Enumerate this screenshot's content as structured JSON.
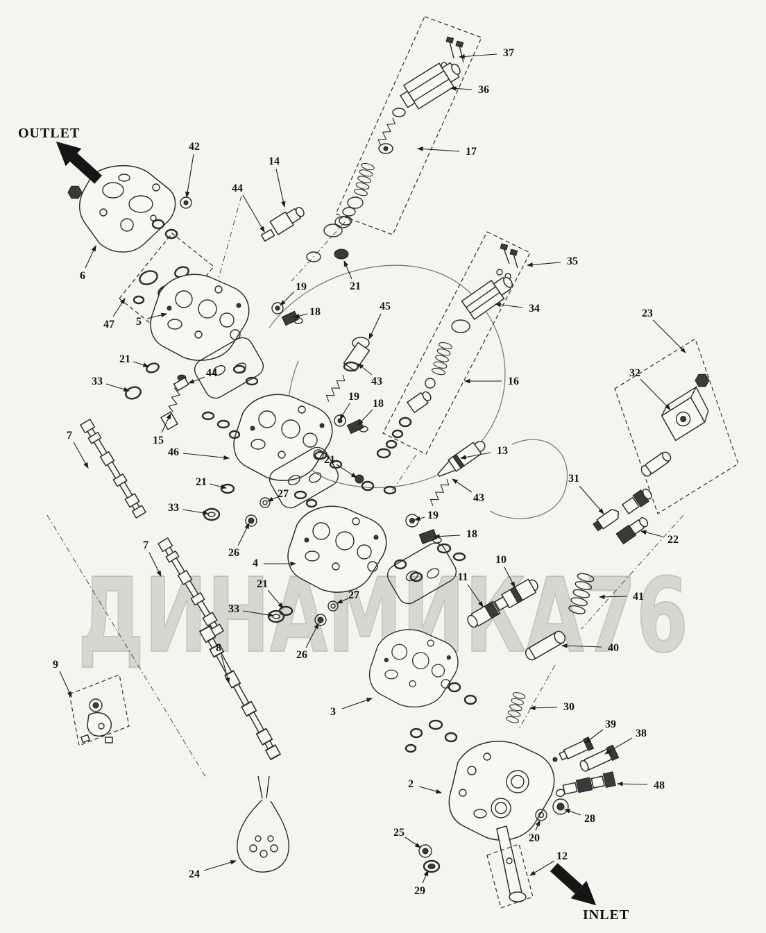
{
  "page": {
    "background": "#f4f5ef"
  },
  "diagram": {
    "type": "exploded-parts-diagram",
    "subject": "hydraulic-control-valve-assembly",
    "labels": {
      "outlet": "OUTLET",
      "inlet": "INLET"
    },
    "watermark": "ДИНАМИКА76",
    "colors": {
      "background": "#f4f5ef",
      "line": "#2b2b2b",
      "callout": "#141414",
      "watermark": "#bcc0b4"
    },
    "callouts": [
      {
        "n": "37",
        "t": [
          733,
          76
        ],
        "l": [
          716,
          78,
          662,
          82
        ]
      },
      {
        "n": "36",
        "t": [
          697,
          129
        ],
        "l": [
          680,
          129,
          650,
          127
        ]
      },
      {
        "n": "17",
        "t": [
          679,
          218
        ],
        "l": [
          662,
          218,
          602,
          214
        ]
      },
      {
        "n": "42",
        "t": [
          280,
          211
        ],
        "l": [
          279,
          222,
          269,
          284
        ]
      },
      {
        "n": "14",
        "t": [
          395,
          232
        ],
        "l": [
          398,
          243,
          410,
          298
        ]
      },
      {
        "n": "44",
        "t": [
          342,
          271
        ],
        "l": [
          350,
          281,
          381,
          334
        ]
      },
      {
        "n": "6",
        "t": [
          119,
          397
        ],
        "l": [
          123,
          386,
          138,
          354
        ]
      },
      {
        "n": "47",
        "t": [
          157,
          467
        ],
        "l": [
          163,
          456,
          180,
          430
        ]
      },
      {
        "n": "5",
        "t": [
          200,
          463
        ],
        "l": [
          212,
          459,
          240,
          452
        ]
      },
      {
        "n": "19",
        "t": [
          434,
          413
        ],
        "l": [
          424,
          420,
          404,
          440
        ]
      },
      {
        "n": "21",
        "t": [
          512,
          412
        ],
        "l": [
          507,
          402,
          496,
          376
        ]
      },
      {
        "n": "18",
        "t": [
          454,
          449
        ],
        "l": [
          443,
          452,
          424,
          457
        ]
      },
      {
        "n": "45",
        "t": [
          555,
          441
        ],
        "l": [
          549,
          452,
          532,
          488
        ]
      },
      {
        "n": "35",
        "t": [
          825,
          376
        ],
        "l": [
          808,
          378,
          760,
          382
        ]
      },
      {
        "n": "34",
        "t": [
          770,
          444
        ],
        "l": [
          753,
          443,
          714,
          438
        ]
      },
      {
        "n": "23",
        "t": [
          933,
          451
        ],
        "l": [
          941,
          461,
          988,
          508
        ]
      },
      {
        "n": "21",
        "t": [
          180,
          517
        ],
        "l": [
          192,
          521,
          214,
          528
        ]
      },
      {
        "n": "33",
        "t": [
          140,
          549
        ],
        "l": [
          153,
          553,
          186,
          563
        ]
      },
      {
        "n": "44",
        "t": [
          305,
          537
        ],
        "l": [
          295,
          543,
          272,
          552
        ]
      },
      {
        "n": "43",
        "t": [
          543,
          549
        ],
        "l": [
          536,
          540,
          516,
          524
        ]
      },
      {
        "n": "16",
        "t": [
          740,
          549
        ],
        "l": [
          723,
          549,
          670,
          549
        ]
      },
      {
        "n": "32",
        "t": [
          915,
          537
        ],
        "l": [
          923,
          546,
          966,
          590
        ]
      },
      {
        "n": "15",
        "t": [
          228,
          634
        ],
        "l": [
          233,
          623,
          246,
          596
        ]
      },
      {
        "n": "7",
        "t": [
          100,
          627
        ],
        "l": [
          106,
          637,
          127,
          674
        ]
      },
      {
        "n": "46",
        "t": [
          250,
          651
        ],
        "l": [
          264,
          653,
          330,
          660
        ]
      },
      {
        "n": "19",
        "t": [
          510,
          571
        ],
        "l": [
          504,
          581,
          490,
          604
        ]
      },
      {
        "n": "18",
        "t": [
          545,
          581
        ],
        "l": [
          537,
          590,
          516,
          612
        ]
      },
      {
        "n": "13",
        "t": [
          724,
          649
        ],
        "l": [
          707,
          652,
          664,
          660
        ]
      },
      {
        "n": "21",
        "t": [
          475,
          662
        ],
        "l": [
          485,
          669,
          514,
          688
        ]
      },
      {
        "n": "21",
        "t": [
          290,
          694
        ],
        "l": [
          302,
          697,
          326,
          703
        ]
      },
      {
        "n": "43",
        "t": [
          690,
          717
        ],
        "l": [
          680,
          709,
          652,
          690
        ]
      },
      {
        "n": "31",
        "t": [
          827,
          689
        ],
        "l": [
          835,
          700,
          870,
          740
        ]
      },
      {
        "n": "27",
        "t": [
          408,
          711
        ],
        "l": [
          400,
          716,
          386,
          722
        ]
      },
      {
        "n": "33",
        "t": [
          250,
          731
        ],
        "l": [
          263,
          734,
          300,
          740
        ]
      },
      {
        "n": "19",
        "t": [
          624,
          742
        ],
        "l": [
          612,
          745,
          598,
          749
        ]
      },
      {
        "n": "18",
        "t": [
          680,
          769
        ],
        "l": [
          663,
          771,
          626,
          773
        ]
      },
      {
        "n": "22",
        "t": [
          970,
          777
        ],
        "l": [
          955,
          773,
          924,
          765
        ]
      },
      {
        "n": "26",
        "t": [
          337,
          796
        ],
        "l": [
          343,
          786,
          359,
          754
        ]
      },
      {
        "n": "4",
        "t": [
          368,
          811
        ],
        "l": [
          380,
          812,
          426,
          812
        ]
      },
      {
        "n": "10",
        "t": [
          722,
          806
        ],
        "l": [
          727,
          817,
          742,
          846
        ]
      },
      {
        "n": "11",
        "t": [
          667,
          831
        ],
        "l": [
          674,
          842,
          696,
          874
        ]
      },
      {
        "n": "7",
        "t": [
          210,
          785
        ],
        "l": [
          215,
          796,
          232,
          830
        ]
      },
      {
        "n": "21",
        "t": [
          378,
          841
        ],
        "l": [
          386,
          850,
          408,
          876
        ]
      },
      {
        "n": "27",
        "t": [
          510,
          857
        ],
        "l": [
          502,
          862,
          486,
          869
        ]
      },
      {
        "n": "41",
        "t": [
          920,
          859
        ],
        "l": [
          904,
          859,
          864,
          860
        ]
      },
      {
        "n": "33",
        "t": [
          337,
          877
        ],
        "l": [
          350,
          880,
          394,
          887
        ]
      },
      {
        "n": "26",
        "t": [
          435,
          943
        ],
        "l": [
          441,
          933,
          459,
          898
        ]
      },
      {
        "n": "40",
        "t": [
          884,
          933
        ],
        "l": [
          867,
          932,
          810,
          930
        ]
      },
      {
        "n": "8",
        "t": [
          315,
          933
        ],
        "l": [
          319,
          944,
          330,
          984
        ]
      },
      {
        "n": "9",
        "t": [
          80,
          957
        ],
        "l": [
          86,
          967,
          103,
          1004
        ]
      },
      {
        "n": "3",
        "t": [
          480,
          1025
        ],
        "l": [
          493,
          1021,
          536,
          1006
        ]
      },
      {
        "n": "30",
        "t": [
          820,
          1018
        ],
        "l": [
          803,
          1019,
          764,
          1020
        ]
      },
      {
        "n": "39",
        "t": [
          880,
          1043
        ],
        "l": [
          869,
          1051,
          844,
          1070
        ]
      },
      {
        "n": "38",
        "t": [
          924,
          1056
        ],
        "l": [
          911,
          1063,
          872,
          1086
        ]
      },
      {
        "n": "2",
        "t": [
          592,
          1129
        ],
        "l": [
          604,
          1133,
          636,
          1142
        ]
      },
      {
        "n": "48",
        "t": [
          950,
          1131
        ],
        "l": [
          933,
          1130,
          890,
          1129
        ]
      },
      {
        "n": "28",
        "t": [
          850,
          1179
        ],
        "l": [
          837,
          1174,
          814,
          1166
        ]
      },
      {
        "n": "20",
        "t": [
          770,
          1207
        ],
        "l": [
          772,
          1196,
          778,
          1182
        ]
      },
      {
        "n": "25",
        "t": [
          575,
          1199
        ],
        "l": [
          584,
          1206,
          606,
          1221
        ]
      },
      {
        "n": "24",
        "t": [
          280,
          1259
        ],
        "l": [
          294,
          1254,
          340,
          1240
        ]
      },
      {
        "n": "29",
        "t": [
          605,
          1283
        ],
        "l": [
          609,
          1272,
          617,
          1254
        ]
      },
      {
        "n": "12",
        "t": [
          810,
          1233
        ],
        "l": [
          799,
          1240,
          764,
          1261
        ]
      }
    ]
  }
}
